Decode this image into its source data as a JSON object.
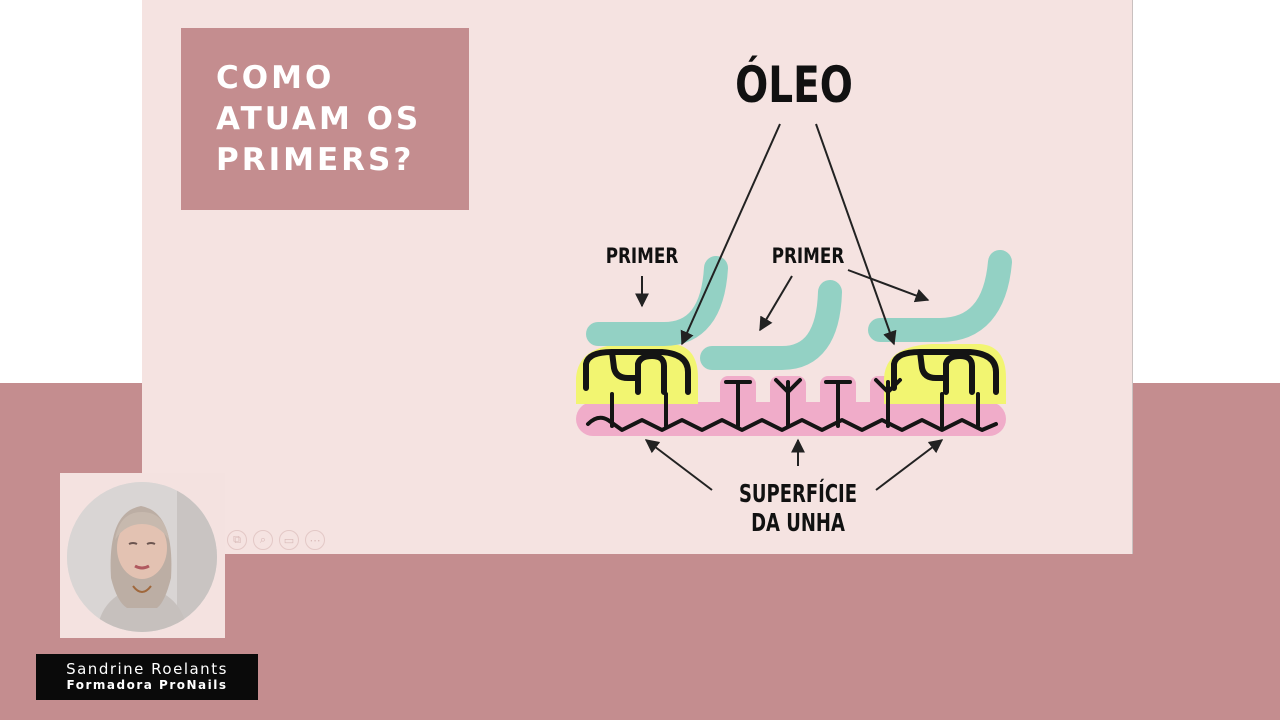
{
  "slide": {
    "title": "COMO\nATUAM OS\nPRIMERS?",
    "diagram": {
      "oil_label": "ÓLEO",
      "primer_label_left": "PRIMER",
      "primer_label_right": "PRIMER",
      "nail_surface_label_line1": "SUPERFÍCIE",
      "nail_surface_label_line2": "DA UNHA"
    },
    "controls": [
      {
        "name": "copy-icon",
        "glyph": "⧉"
      },
      {
        "name": "zoom-icon",
        "glyph": "⌕"
      },
      {
        "name": "screen-icon",
        "glyph": "▭"
      },
      {
        "name": "more-icon",
        "glyph": "⋯"
      }
    ]
  },
  "presenter": {
    "name": "Sandrine Roelants",
    "role": "Formadora ProNails"
  },
  "colors": {
    "band": "#c48d8f",
    "slide_bg": "#f5e3e1",
    "oil": "#93d1c4",
    "primer": "#f2f571",
    "nail_surface": "#f0acc9"
  }
}
